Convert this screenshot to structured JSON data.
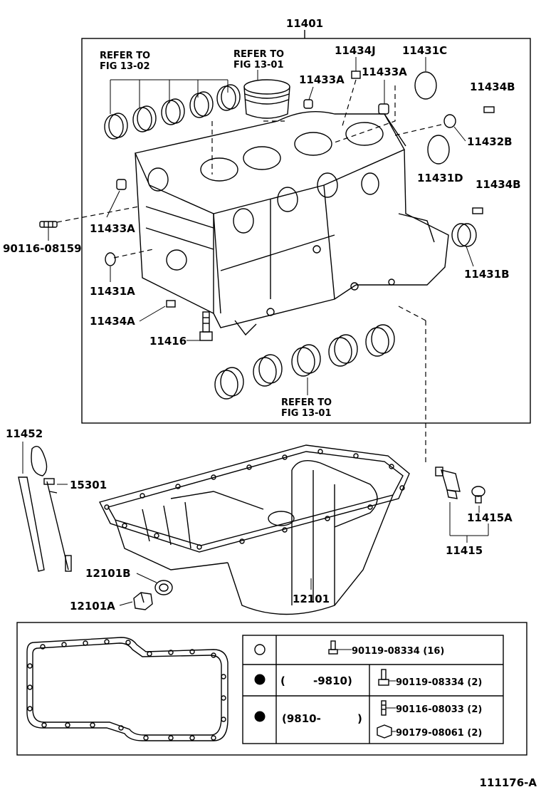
{
  "labels": {
    "block_assy": "11401",
    "refer_fig_1302_a": "REFER TO",
    "refer_fig_1302_b": "FIG 13-02",
    "refer_fig_1301_a": "REFER TO",
    "refer_fig_1301_b": "FIG 13-01",
    "p11434J": "11434J",
    "p11431C": "11431C",
    "p11433A_top_left": "11433A",
    "p11433A_top_right": "11433A",
    "p11434B_top": "11434B",
    "p11432B": "11432B",
    "p11431D": "11431D",
    "p11434B_right": "11434B",
    "p11433A_left": "11433A",
    "p90116_08159": "90116-08159",
    "p11431B": "11431B",
    "p11431A": "11431A",
    "p11434A": "11434A",
    "p11416": "11416",
    "refer_fig_1301_bottom_a": "REFER TO",
    "refer_fig_1301_bottom_b": "FIG 13-01",
    "p11452": "11452",
    "p15301": "15301",
    "p12101B": "12101B",
    "p12101A": "12101A",
    "p12101": "12101",
    "p11415A": "11415A",
    "p11415": "11415",
    "figure_code": "111176-A"
  },
  "legend_table": {
    "row1": {
      "parts": "90119-08334 (16)"
    },
    "row2": {
      "range_open": "(",
      "range_value": "-9810)",
      "parts": "90119-08334 (2)"
    },
    "row3": {
      "range_value": "(9810-",
      "range_close": ")",
      "parts_a": "90116-08033 (2)",
      "parts_b": "90179-08061 (2)"
    }
  }
}
